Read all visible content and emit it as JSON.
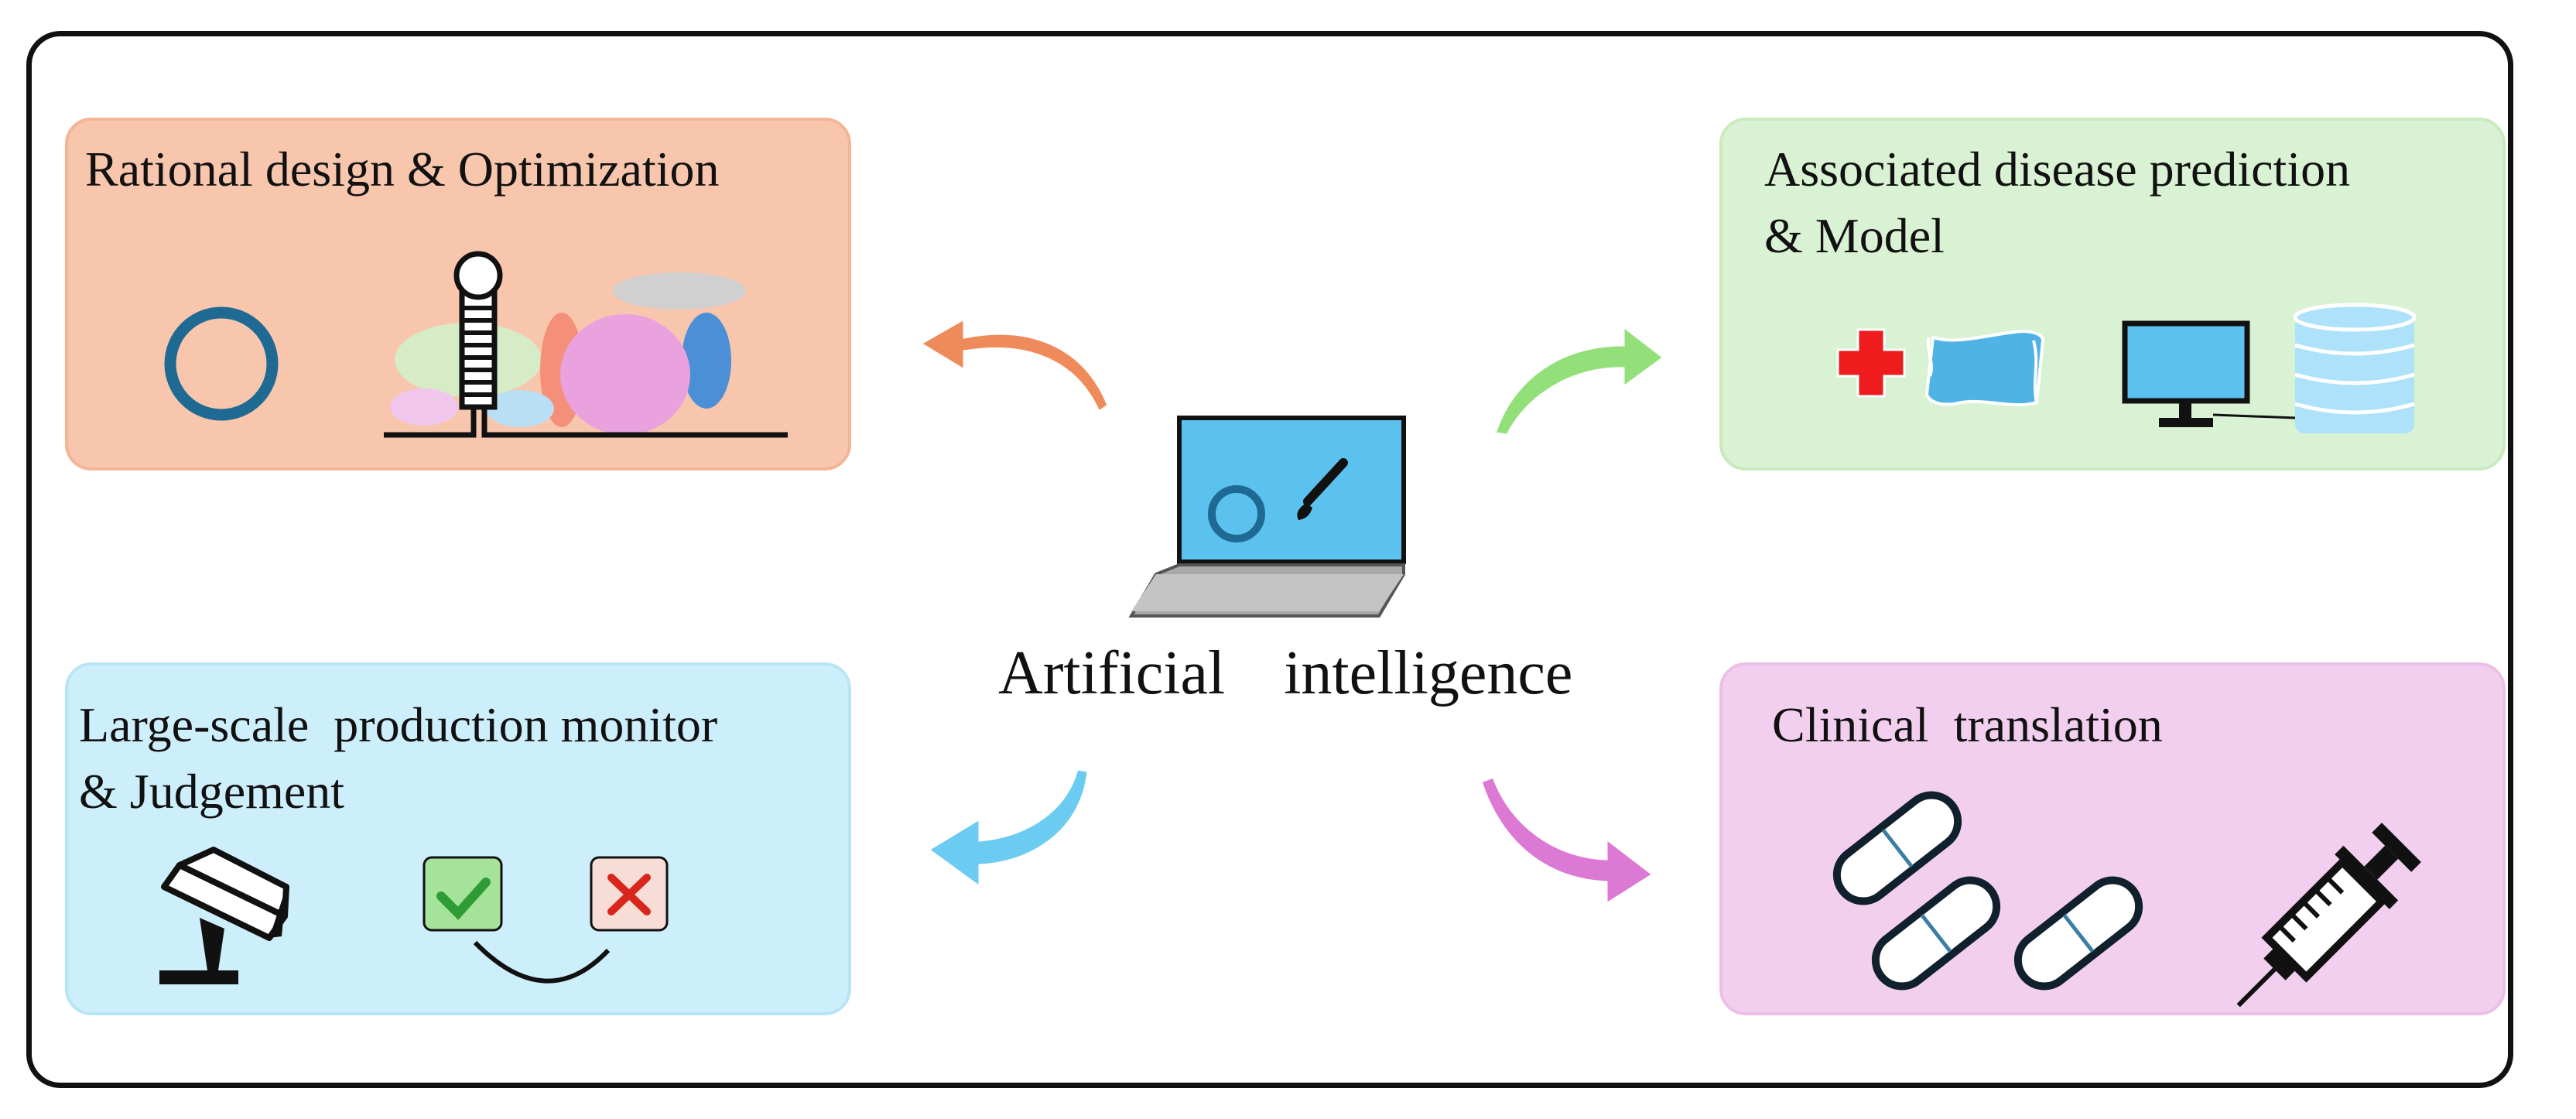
{
  "center": {
    "label": "Artificial  intelligence",
    "icon": "laptop-icon"
  },
  "panels": {
    "design": {
      "title": "Rational design & Optimization",
      "fill": "#f7c6ad",
      "border": "#f3b595",
      "icons": [
        "circular-rna-icon",
        "rna-hairpin-protein-complex-icon"
      ]
    },
    "disease": {
      "title_line1": "Associated disease prediction",
      "title_line2": "& Model",
      "fill": "#d9f2d3",
      "border": "#c8eabd",
      "icons": [
        "medical-cross-icon",
        "tissue-icon",
        "monitor-icon",
        "database-icon"
      ]
    },
    "production": {
      "title_line1": "Large-scale  production monitor",
      "title_line2": "& Judgement",
      "fill": "#cdeefb",
      "border": "#b9e4f6",
      "icons": [
        "camera-icon",
        "check-icon",
        "cross-icon"
      ]
    },
    "clinical": {
      "title": "Clinical  translation",
      "fill": "#f2cfee",
      "border": "#ebbfe6",
      "icons": [
        "capsule-icon",
        "syringe-icon"
      ]
    }
  },
  "arrows": {
    "design": "#ef8a5b",
    "disease": "#93e07b",
    "production": "#6ccbf0",
    "clinical": "#dc79d4"
  },
  "colors": {
    "ring": "#1f6a93",
    "laptop_screen": "#5bc2ef",
    "laptop_base": "#a8a8a8",
    "pink_blob": "#e9a2dd",
    "salmon": "#f4907a",
    "blue_blob": "#4b8fd6",
    "green_blob": "#d6ecc7",
    "grey_blob": "#d0d0d0",
    "database": "#aee2fb",
    "tissue": "#4fb3e6",
    "medical_cross": "#ee1c1c",
    "check_fill": "#a5e29a",
    "check_mark": "#2f9b35",
    "x_fill": "#f8ddd6",
    "x_mark": "#d8261c"
  }
}
